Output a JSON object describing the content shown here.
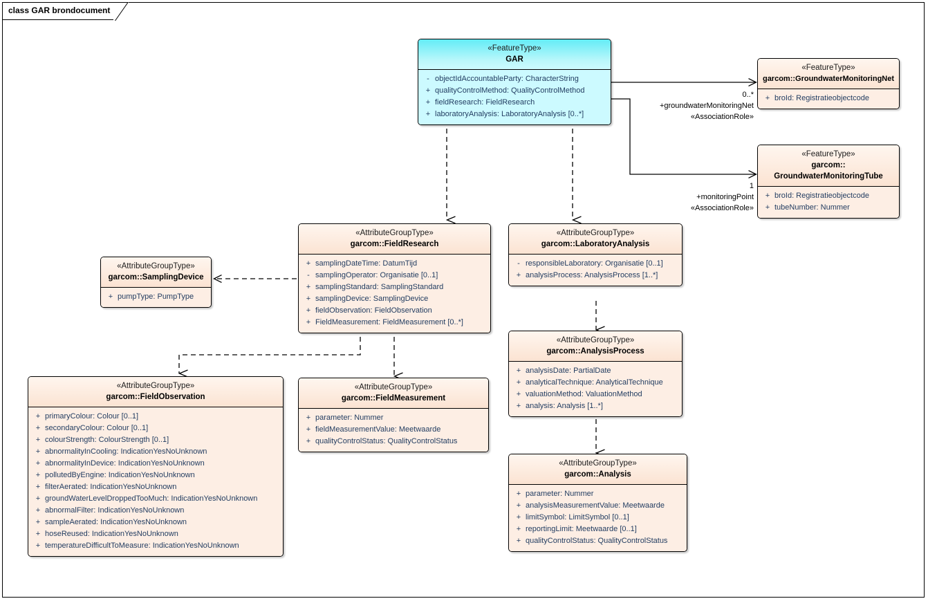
{
  "diagram": {
    "title": "class GAR brondocument",
    "colors": {
      "feature_fill": "#fdece0",
      "gar_fill": "#ccfaff",
      "border": "#000000",
      "attr_text": "#1f3a5f"
    }
  },
  "classes": {
    "gar": {
      "stereotype": "«FeatureType»",
      "name": "GAR",
      "attributes": [
        {
          "vis": "-",
          "sig": "objectIdAccountableParty: CharacterString"
        },
        {
          "vis": "+",
          "sig": "qualityControlMethod: QualityControlMethod"
        },
        {
          "vis": "+",
          "sig": "fieldResearch: FieldResearch"
        },
        {
          "vis": "+",
          "sig": "laboratoryAnalysis: LaboratoryAnalysis [0..*]"
        }
      ]
    },
    "gwnet": {
      "stereotype": "«FeatureType»",
      "name": "garcom::GroundwaterMonitoringNet",
      "attributes": [
        {
          "vis": "+",
          "sig": "broId: Registratieobjectcode"
        }
      ]
    },
    "gwtube": {
      "stereotype": "«FeatureType»",
      "name_line1": "garcom::",
      "name_line2": "GroundwaterMonitoringTube",
      "attributes": [
        {
          "vis": "+",
          "sig": "broId: Registratieobjectcode"
        },
        {
          "vis": "+",
          "sig": "tubeNumber: Nummer"
        }
      ]
    },
    "fieldresearch": {
      "stereotype": "«AttributeGroupType»",
      "name": "garcom::FieldResearch",
      "attributes": [
        {
          "vis": "+",
          "sig": "samplingDateTime: DatumTijd"
        },
        {
          "vis": "-",
          "sig": "samplingOperator: Organisatie [0..1]"
        },
        {
          "vis": "+",
          "sig": "samplingStandard: SamplingStandard"
        },
        {
          "vis": "+",
          "sig": "samplingDevice: SamplingDevice"
        },
        {
          "vis": "+",
          "sig": "fieldObservation: FieldObservation"
        },
        {
          "vis": "+",
          "sig": "FieldMeasurement: FieldMeasurement [0..*]"
        }
      ]
    },
    "labanalysis": {
      "stereotype": "«AttributeGroupType»",
      "name": "garcom::LaboratoryAnalysis",
      "attributes": [
        {
          "vis": "-",
          "sig": "responsibleLaboratory: Organisatie [0..1]"
        },
        {
          "vis": "+",
          "sig": "analysisProcess: AnalysisProcess [1..*]"
        }
      ]
    },
    "samplingdevice": {
      "stereotype": "«AttributeGroupType»",
      "name": "garcom::SamplingDevice",
      "attributes": [
        {
          "vis": "+",
          "sig": "pumpType: PumpType"
        }
      ]
    },
    "analysisprocess": {
      "stereotype": "«AttributeGroupType»",
      "name": "garcom::AnalysisProcess",
      "attributes": [
        {
          "vis": "+",
          "sig": "analysisDate: PartialDate"
        },
        {
          "vis": "+",
          "sig": "analyticalTechnique: AnalyticalTechnique"
        },
        {
          "vis": "+",
          "sig": "valuationMethod: ValuationMethod"
        },
        {
          "vis": "+",
          "sig": "analysis: Analysis [1..*]"
        }
      ]
    },
    "analysis": {
      "stereotype": "«AttributeGroupType»",
      "name": "garcom::Analysis",
      "attributes": [
        {
          "vis": "+",
          "sig": "parameter: Nummer"
        },
        {
          "vis": "+",
          "sig": "analysisMeasurementValue: Meetwaarde"
        },
        {
          "vis": "+",
          "sig": "limitSymbol: LimitSymbol [0..1]"
        },
        {
          "vis": "+",
          "sig": "reportingLimit: Meetwaarde [0..1]"
        },
        {
          "vis": "+",
          "sig": "qualityControlStatus: QualityControlStatus"
        }
      ]
    },
    "fieldobservation": {
      "stereotype": "«AttributeGroupType»",
      "name": "garcom::FieldObservation",
      "attributes": [
        {
          "vis": "+",
          "sig": "primaryColour: Colour [0..1]"
        },
        {
          "vis": "+",
          "sig": "secondaryColour: Colour [0..1]"
        },
        {
          "vis": "+",
          "sig": "colourStrength: ColourStrength [0..1]"
        },
        {
          "vis": "+",
          "sig": "abnormalityInCooling: IndicationYesNoUnknown"
        },
        {
          "vis": "+",
          "sig": "abnormalityInDevice: IndicationYesNoUnknown"
        },
        {
          "vis": "+",
          "sig": "pollutedByEngine: IndicationYesNoUnknown"
        },
        {
          "vis": "+",
          "sig": "filterAerated: IndicationYesNoUnknown"
        },
        {
          "vis": "+",
          "sig": "groundWaterLevelDroppedTooMuch: IndicationYesNoUnknown"
        },
        {
          "vis": "+",
          "sig": "abnormalFilter: IndicationYesNoUnknown"
        },
        {
          "vis": "+",
          "sig": "sampleAerated: IndicationYesNoUnknown"
        },
        {
          "vis": "+",
          "sig": "hoseReused: IndicationYesNoUnknown"
        },
        {
          "vis": "+",
          "sig": "temperatureDifficultToMeasure: IndicationYesNoUnknown"
        }
      ]
    },
    "fieldmeasurement": {
      "stereotype": "«AttributeGroupType»",
      "name": "garcom::FieldMeasurement",
      "attributes": [
        {
          "vis": "+",
          "sig": "parameter: Nummer"
        },
        {
          "vis": "+",
          "sig": "fieldMeasurementValue: Meetwaarde"
        },
        {
          "vis": "+",
          "sig": "qualityControlStatus: QualityControlStatus"
        }
      ]
    }
  },
  "associations": {
    "gar_to_gwnet": {
      "multiplicity": "0..*",
      "role": "+groundwaterMonitoringNet",
      "stereotype": "«AssociationRole»"
    },
    "gar_to_gwtube": {
      "multiplicity": "1",
      "role": "+monitoringPoint",
      "stereotype": "«AssociationRole»"
    }
  }
}
